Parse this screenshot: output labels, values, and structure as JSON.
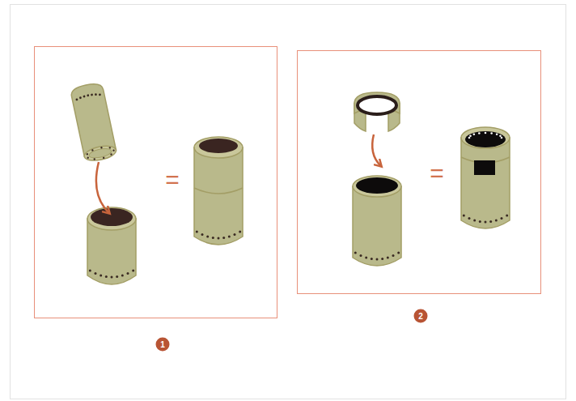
{
  "diagram": {
    "labels": [
      "=",
      "1",
      "=",
      "2"
    ]
  }
}
